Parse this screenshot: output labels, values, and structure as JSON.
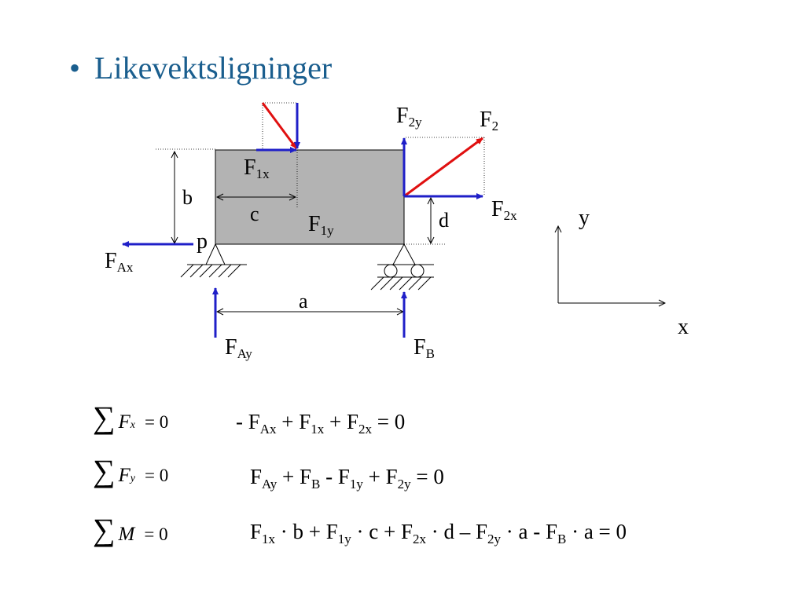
{
  "slide": {
    "bullet": "•",
    "title": "Likevektsligninger"
  },
  "diagram": {
    "labels": {
      "F1x": "F",
      "F1x_sub": "1x",
      "F1y": "F",
      "F1y_sub": "1y",
      "F2y": "F",
      "F2y_sub": "2y",
      "F2": "F",
      "F2_sub": "2",
      "F2x": "F",
      "F2x_sub": "2x",
      "FAx": "F",
      "FAx_sub": "Ax",
      "FAy": "F",
      "FAy_sub": "Ay",
      "FB": "F",
      "FB_sub": "B",
      "b": "b",
      "c": "c",
      "d": "d",
      "p": "p",
      "a": "a",
      "y_axis": "y",
      "x_axis": "x"
    },
    "colors": {
      "beam_fill": "#b3b3b3",
      "force_blue": "#1f1fc8",
      "force_red": "#e01010",
      "title_color": "#1a5e8e"
    }
  },
  "equations": [
    {
      "sum": {
        "sigma": "∑",
        "var": "F",
        "sub": "x",
        "rhs": "= 0"
      },
      "text": [
        {
          "t": "- F"
        },
        {
          "s": "Ax"
        },
        {
          "t": " + F"
        },
        {
          "s": "1x"
        },
        {
          "t": " + F"
        },
        {
          "s": "2x"
        },
        {
          "t": " = 0"
        }
      ]
    },
    {
      "sum": {
        "sigma": "∑",
        "var": "F",
        "sub": "y",
        "rhs": "= 0"
      },
      "text": [
        {
          "t": "F"
        },
        {
          "s": "Ay"
        },
        {
          "t": " + F"
        },
        {
          "s": "B"
        },
        {
          "t": " - F"
        },
        {
          "s": "1y"
        },
        {
          "t": " + F"
        },
        {
          "s": "2y"
        },
        {
          "t": " = 0"
        }
      ]
    },
    {
      "sum": {
        "sigma": "∑",
        "var": "M",
        "sub": "",
        "rhs": "= 0"
      },
      "text": [
        {
          "t": "F"
        },
        {
          "s": "1x"
        },
        {
          "t": " · b + F"
        },
        {
          "s": "1y"
        },
        {
          "t": " · c + F"
        },
        {
          "s": "2x"
        },
        {
          "t": " · d – F"
        },
        {
          "s": "2y"
        },
        {
          "t": " · a - F"
        },
        {
          "s": "B"
        },
        {
          "t": " · a = 0"
        }
      ]
    }
  ]
}
